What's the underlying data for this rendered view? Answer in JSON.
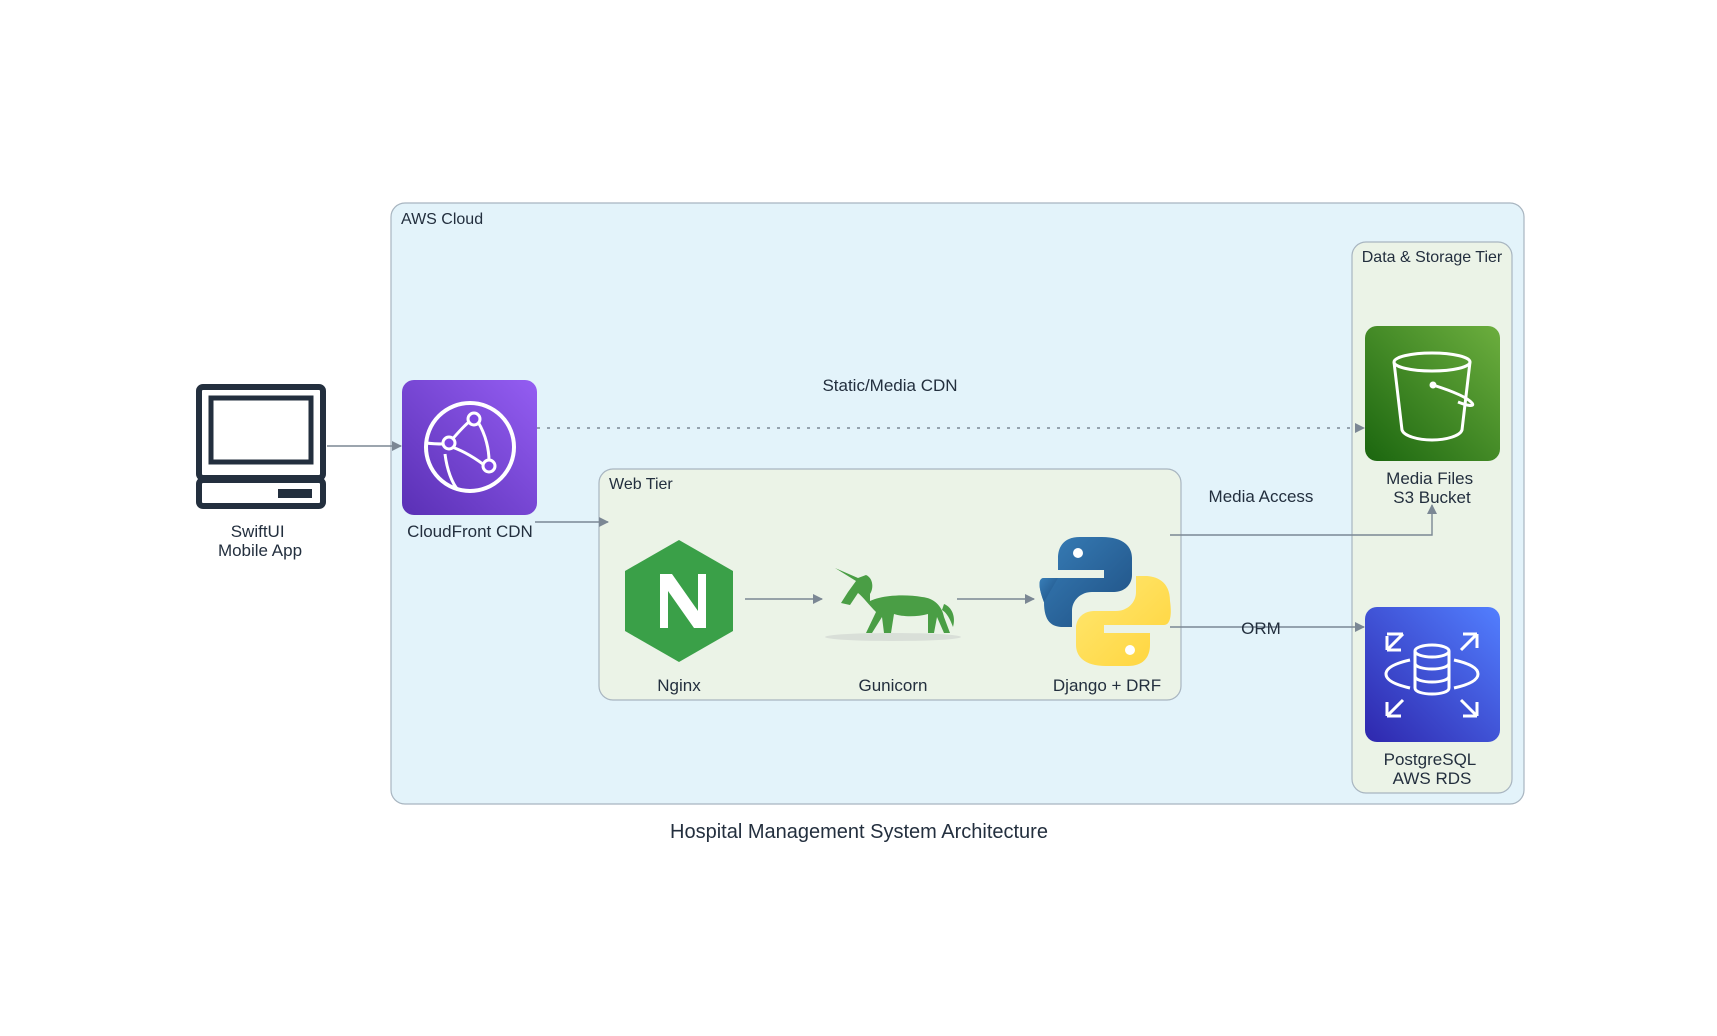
{
  "diagram": {
    "title": "Hospital Management System Architecture",
    "clusters": {
      "aws": "AWS Cloud",
      "web": "Web Tier",
      "data": "Data & Storage Tier"
    },
    "nodes": {
      "client": [
        "SwiftUI",
        "Mobile App"
      ],
      "cdn": [
        "CloudFront CDN"
      ],
      "nginx": [
        "Nginx"
      ],
      "gunicorn": [
        "Gunicorn"
      ],
      "django": [
        "Django + DRF"
      ],
      "s3": [
        "Media Files",
        "S3 Bucket"
      ],
      "rds": [
        "PostgreSQL",
        "AWS RDS"
      ]
    },
    "edges": {
      "static": "Static/Media CDN",
      "media": "Media Access",
      "orm": "ORM"
    },
    "icons": {
      "client": "computer-terminal-icon",
      "cdn": "cloudfront-icon",
      "nginx": "nginx-icon",
      "gunicorn": "gunicorn-unicorn-icon",
      "django": "python-icon",
      "s3": "s3-bucket-icon",
      "rds": "rds-database-icon"
    },
    "colors": {
      "aws_cluster_fill": "#e3f3fa",
      "tier_cluster_fill": "#ebf3e7",
      "cluster_border": "#a8b5c0",
      "edge": "#7b8794",
      "cloudfront": "#8c4fff",
      "nginx": "#3aa048",
      "gunicorn": "#4a9e45",
      "python_blue": "#32679b",
      "python_yellow": "#ffd43b",
      "s3": "#3f8624",
      "rds": "#3b48cc"
    }
  }
}
